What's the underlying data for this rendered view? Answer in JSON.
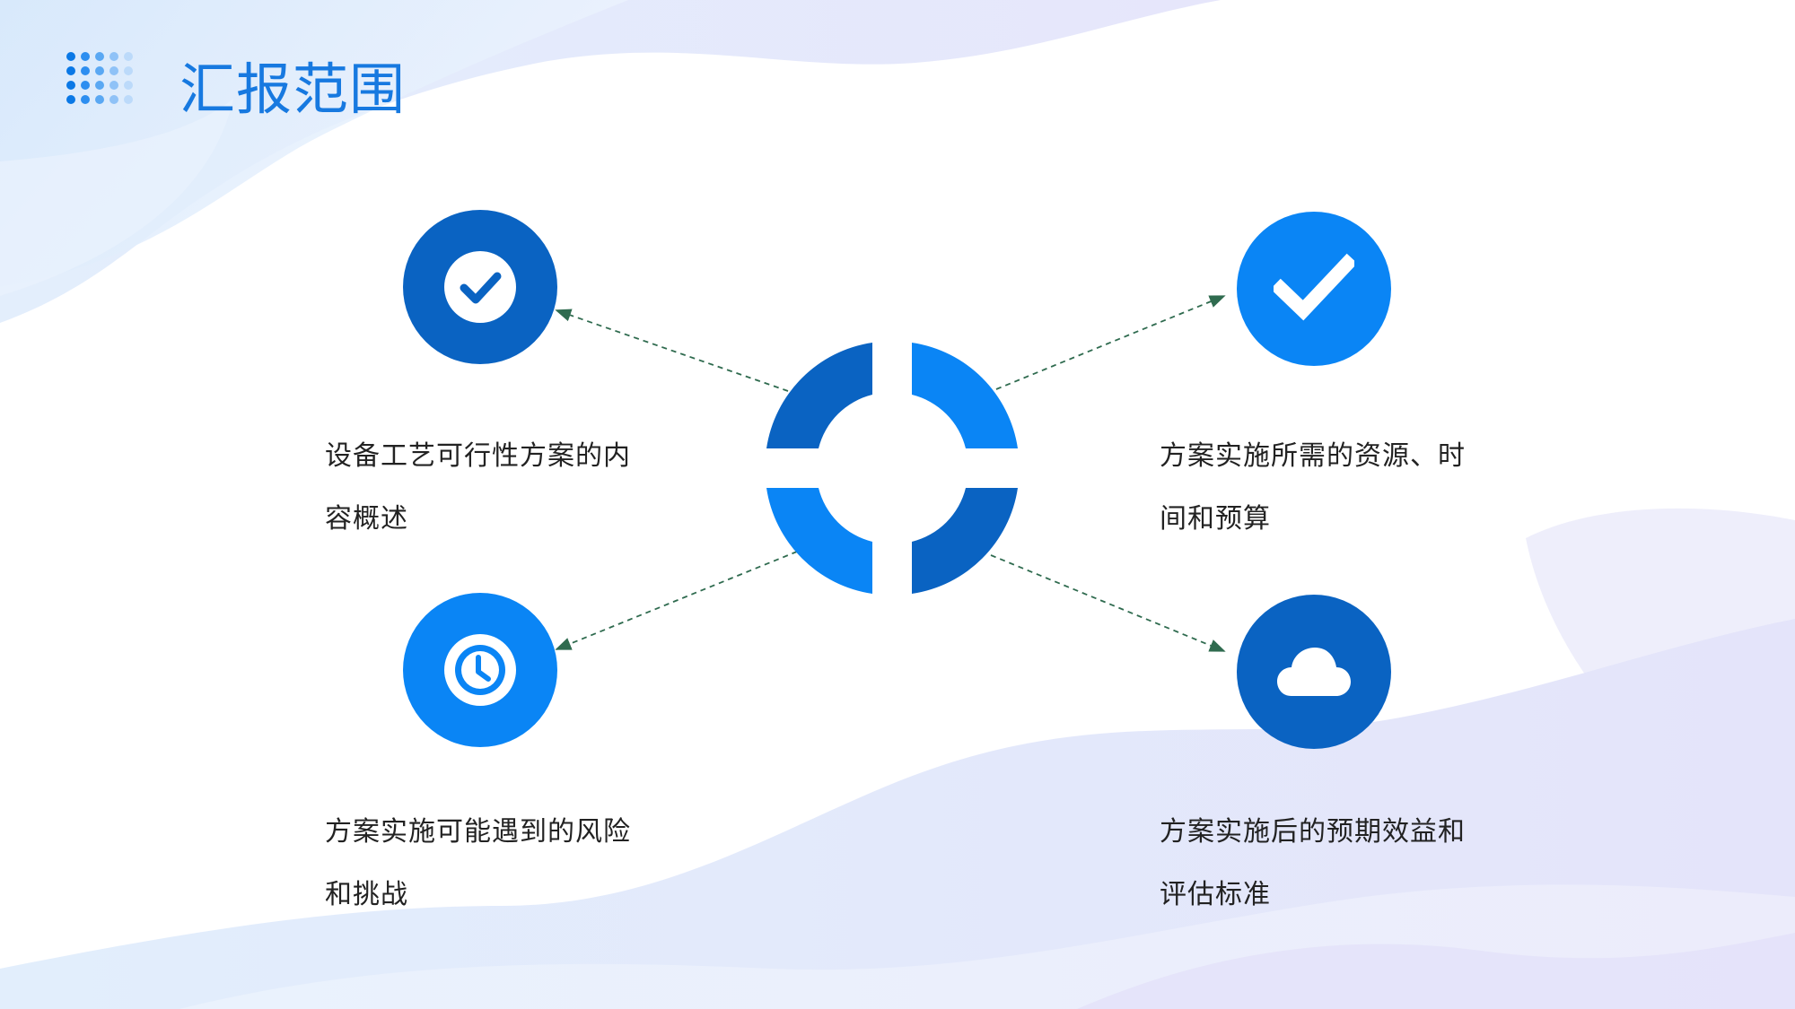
{
  "header": {
    "title": "汇报范围"
  },
  "theme": {
    "accent_dark": "#0a63c2",
    "accent_light": "#0a85f5",
    "title_color": "#1779e0",
    "connector_color": "#2f6b4f",
    "text_color": "#222222"
  },
  "items": [
    {
      "text": "设备工艺可行性方案的内容概述",
      "icon": "check-circle-icon",
      "color": "#0a63c2"
    },
    {
      "text": "方案实施所需的资源、时间和预算",
      "icon": "check-icon",
      "color": "#0a85f5"
    },
    {
      "text": "方案实施可能遇到的风险和挑战",
      "icon": "clock-icon",
      "color": "#0a85f5"
    },
    {
      "text": "方案实施后的预期效益和评估标准",
      "icon": "cloud-icon",
      "color": "#0a63c2"
    }
  ]
}
